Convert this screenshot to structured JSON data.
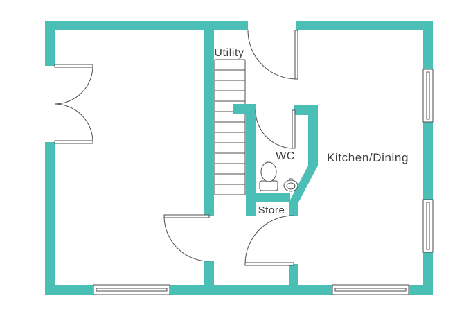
{
  "plan": {
    "type": "floor-plan",
    "rooms": [
      {
        "id": "utility",
        "label": "Utility"
      },
      {
        "id": "wc",
        "label": "WC"
      },
      {
        "id": "kitchen_dining",
        "label": "Kitchen/Dining"
      },
      {
        "id": "store",
        "label": "Store"
      }
    ],
    "fixtures": [
      {
        "name": "toilet-icon"
      },
      {
        "name": "washbasin-icon"
      }
    ],
    "features": [
      {
        "name": "staircase"
      },
      {
        "name": "double-entrance-doors"
      },
      {
        "name": "single-doors",
        "count": 4
      },
      {
        "name": "windows",
        "count": 4
      }
    ]
  },
  "colors": {
    "wall": "#4bbfb6",
    "line": "#4d4d4d",
    "text": "#3d3d3d",
    "background": "#ffffff"
  }
}
